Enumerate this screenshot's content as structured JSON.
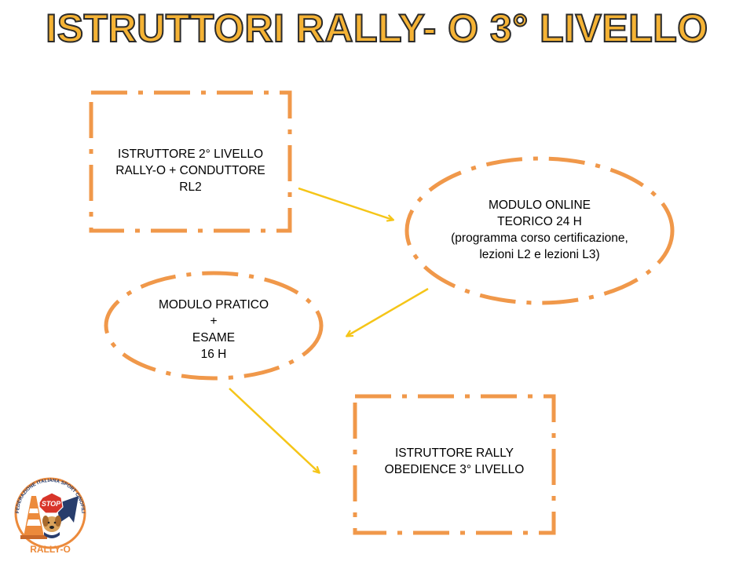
{
  "title": "ISTRUTTORI RALLY- O 3° LIVELLO",
  "colors": {
    "node_border": "#f0984a",
    "arrow": "#f5c518",
    "title_fill": "#f5b335",
    "title_outline": "#2b2b2b",
    "logo_orange": "#ec8a3b",
    "logo_red": "#d8352a",
    "logo_navy": "#283d6c"
  },
  "nodes": {
    "box1": {
      "lines": [
        "ISTRUTTORE 2° LIVELLO",
        "RALLY-O + CONDUTTORE",
        "RL2"
      ]
    },
    "ellipse1": {
      "lines": [
        "MODULO ONLINE",
        "TEORICO 24 H",
        "(programma corso certificazione,",
        "lezioni L2 e lezioni L3)"
      ]
    },
    "ellipse2": {
      "lines": [
        "MODULO PRATICO",
        "+",
        "ESAME",
        "16 H"
      ]
    },
    "box2": {
      "lines": [
        "ISTRUTTORE RALLY",
        "OBEDIENCE 3° LIVELLO"
      ]
    }
  },
  "logo": {
    "ring_text": "FEDERAZIONE ITALIANA SPORT CINOFILI",
    "sign_text": "STOP",
    "brand_text": "RALLY-O"
  }
}
